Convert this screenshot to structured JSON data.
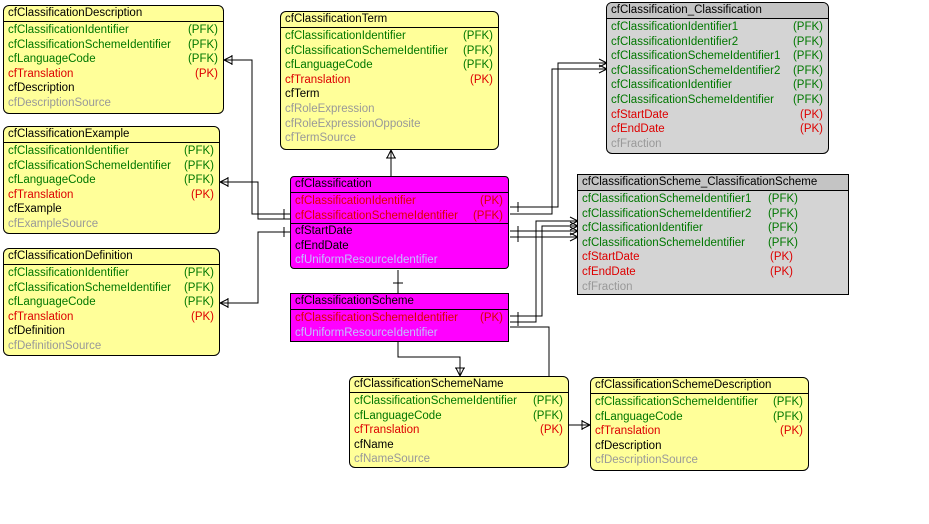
{
  "entities": {
    "description": {
      "title": "cfClassificationDescription",
      "attrs": [
        {
          "name": "cfClassificationIdentifier",
          "key": "(PFK)",
          "kind": "pfk"
        },
        {
          "name": "cfClassificationSchemeIdentifier",
          "key": "(PFK)",
          "kind": "pfk"
        },
        {
          "name": "cfLanguageCode",
          "key": "(PFK)",
          "kind": "pfk"
        },
        {
          "name": "cfTranslation",
          "key": "(PK)",
          "kind": "pk"
        },
        {
          "name": "cfDescription",
          "key": "",
          "kind": "plain"
        },
        {
          "name": "cfDescriptionSource",
          "key": "",
          "kind": "muted"
        }
      ]
    },
    "example": {
      "title": "cfClassificationExample",
      "attrs": [
        {
          "name": "cfClassificationIdentifier",
          "key": "(PFK)",
          "kind": "pfk"
        },
        {
          "name": "cfClassificationSchemeIdentifier",
          "key": "(PFK)",
          "kind": "pfk"
        },
        {
          "name": "cfLanguageCode",
          "key": "(PFK)",
          "kind": "pfk"
        },
        {
          "name": "cfTranslation",
          "key": "(PK)",
          "kind": "pk"
        },
        {
          "name": "cfExample",
          "key": "",
          "kind": "plain"
        },
        {
          "name": "cfExampleSource",
          "key": "",
          "kind": "muted"
        }
      ]
    },
    "definition": {
      "title": "cfClassificationDefinition",
      "attrs": [
        {
          "name": "cfClassificationIdentifier",
          "key": "(PFK)",
          "kind": "pfk"
        },
        {
          "name": "cfClassificationSchemeIdentifier",
          "key": "(PFK)",
          "kind": "pfk"
        },
        {
          "name": "cfLanguageCode",
          "key": "(PFK)",
          "kind": "pfk"
        },
        {
          "name": "cfTranslation",
          "key": "(PK)",
          "kind": "pk"
        },
        {
          "name": "cfDefinition",
          "key": "",
          "kind": "plain"
        },
        {
          "name": "cfDefinitionSource",
          "key": "",
          "kind": "muted"
        }
      ]
    },
    "term": {
      "title": "cfClassificationTerm",
      "attrs": [
        {
          "name": "cfClassificationIdentifier",
          "key": "(PFK)",
          "kind": "pfk"
        },
        {
          "name": "cfClassificationSchemeIdentifier",
          "key": "(PFK)",
          "kind": "pfk"
        },
        {
          "name": "cfLanguageCode",
          "key": "(PFK)",
          "kind": "pfk"
        },
        {
          "name": "cfTranslation",
          "key": "(PK)",
          "kind": "pk"
        },
        {
          "name": "cfTerm",
          "key": "",
          "kind": "plain"
        },
        {
          "name": "cfRoleExpression",
          "key": "",
          "kind": "muted"
        },
        {
          "name": "cfRoleExpressionOpposite",
          "key": "",
          "kind": "muted"
        },
        {
          "name": "cfTermSource",
          "key": "",
          "kind": "muted"
        }
      ]
    },
    "classification": {
      "title": "cfClassification",
      "attrs": [
        {
          "name": "cfClassificationIdentifier",
          "key": "(PK)",
          "kind": "pk"
        },
        {
          "name": "cfClassificationSchemeIdentifier",
          "key": "(PFK)",
          "kind": "pk"
        },
        {
          "name": "cfStartDate",
          "key": "",
          "kind": "plain"
        },
        {
          "name": "cfEndDate",
          "key": "",
          "kind": "plain"
        },
        {
          "name": "cfUniformResourceIdentifier",
          "key": "",
          "kind": "muted"
        }
      ]
    },
    "scheme": {
      "title": "cfClassificationScheme",
      "attrs": [
        {
          "name": "cfClassificationSchemeIdentifier",
          "key": "(PK)",
          "kind": "pk"
        },
        {
          "name": "cfUniformResourceIdentifier",
          "key": "",
          "kind": "muted"
        }
      ]
    },
    "class_class": {
      "title": "cfClassification_Classification",
      "attrs": [
        {
          "name": "cfClassificationIdentifier1",
          "key": "(PFK)",
          "kind": "pfk"
        },
        {
          "name": "cfClassificationIdentifier2",
          "key": "(PFK)",
          "kind": "pfk"
        },
        {
          "name": "cfClassificationSchemeIdentifier1",
          "key": "(PFK)",
          "kind": "pfk"
        },
        {
          "name": "cfClassificationSchemeIdentifier2",
          "key": "(PFK)",
          "kind": "pfk"
        },
        {
          "name": "cfClassificationIdentifier",
          "key": "(PFK)",
          "kind": "pfk"
        },
        {
          "name": "cfClassificationSchemeIdentifier",
          "key": "(PFK)",
          "kind": "pfk"
        },
        {
          "name": "cfStartDate",
          "key": "(PK)",
          "kind": "pk"
        },
        {
          "name": "cfEndDate",
          "key": "(PK)",
          "kind": "pk"
        },
        {
          "name": "cfFraction",
          "key": "",
          "kind": "muted"
        }
      ]
    },
    "scheme_scheme": {
      "title": "cfClassificationScheme_ClassificationScheme",
      "attrs": [
        {
          "name": "cfClassificationSchemeIdentifier1",
          "key": "(PFK)",
          "kind": "pfk"
        },
        {
          "name": "cfClassificationSchemeIdentifier2",
          "key": "(PFK)",
          "kind": "pfk"
        },
        {
          "name": "cfClassificationIdentifier",
          "key": "(PFK)",
          "kind": "pfk"
        },
        {
          "name": "cfClassificationSchemeIdentifier",
          "key": "(PFK)",
          "kind": "pfk"
        },
        {
          "name": "cfStartDate",
          "key": "(PK)",
          "kind": "pk"
        },
        {
          "name": "cfEndDate",
          "key": "(PK)",
          "kind": "pk"
        },
        {
          "name": "cfFraction",
          "key": "",
          "kind": "muted"
        }
      ]
    },
    "scheme_name": {
      "title": "cfClassificationSchemeName",
      "attrs": [
        {
          "name": "cfClassificationSchemeIdentifier",
          "key": "(PFK)",
          "kind": "pfk"
        },
        {
          "name": "cfLanguageCode",
          "key": "(PFK)",
          "kind": "pfk"
        },
        {
          "name": "cfTranslation",
          "key": "(PK)",
          "kind": "pk"
        },
        {
          "name": "cfName",
          "key": "",
          "kind": "plain"
        },
        {
          "name": "cfNameSource",
          "key": "",
          "kind": "muted"
        }
      ]
    },
    "scheme_description": {
      "title": "cfClassificationSchemeDescription",
      "attrs": [
        {
          "name": "cfClassificationSchemeIdentifier",
          "key": "(PFK)",
          "kind": "pfk"
        },
        {
          "name": "cfLanguageCode",
          "key": "(PFK)",
          "kind": "pfk"
        },
        {
          "name": "cfTranslation",
          "key": "(PK)",
          "kind": "pk"
        },
        {
          "name": "cfDescription",
          "key": "",
          "kind": "plain"
        },
        {
          "name": "cfDescriptionSource",
          "key": "",
          "kind": "muted"
        }
      ]
    }
  },
  "colors": {
    "entity_fill": "#ffff99",
    "core_fill": "#ff00ff",
    "link_fill": "#d4d4d4",
    "pfk": "#007700",
    "pk": "#dd0000",
    "muted": "#999999"
  }
}
